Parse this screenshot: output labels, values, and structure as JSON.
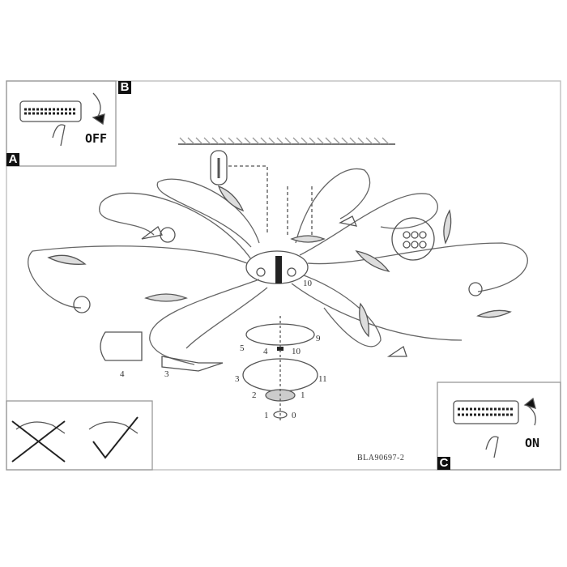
{
  "panels": {
    "a": {
      "label": "A"
    },
    "b": {
      "label": "B",
      "switch_text": "OFF"
    },
    "c": {
      "label": "C",
      "switch_text": "ON"
    }
  },
  "model_code": "BLA90697-2",
  "callouts": [
    "10",
    "9",
    "4",
    "10",
    "3",
    "11",
    "2",
    "1",
    "1",
    "0",
    "5",
    "4",
    "3"
  ]
}
